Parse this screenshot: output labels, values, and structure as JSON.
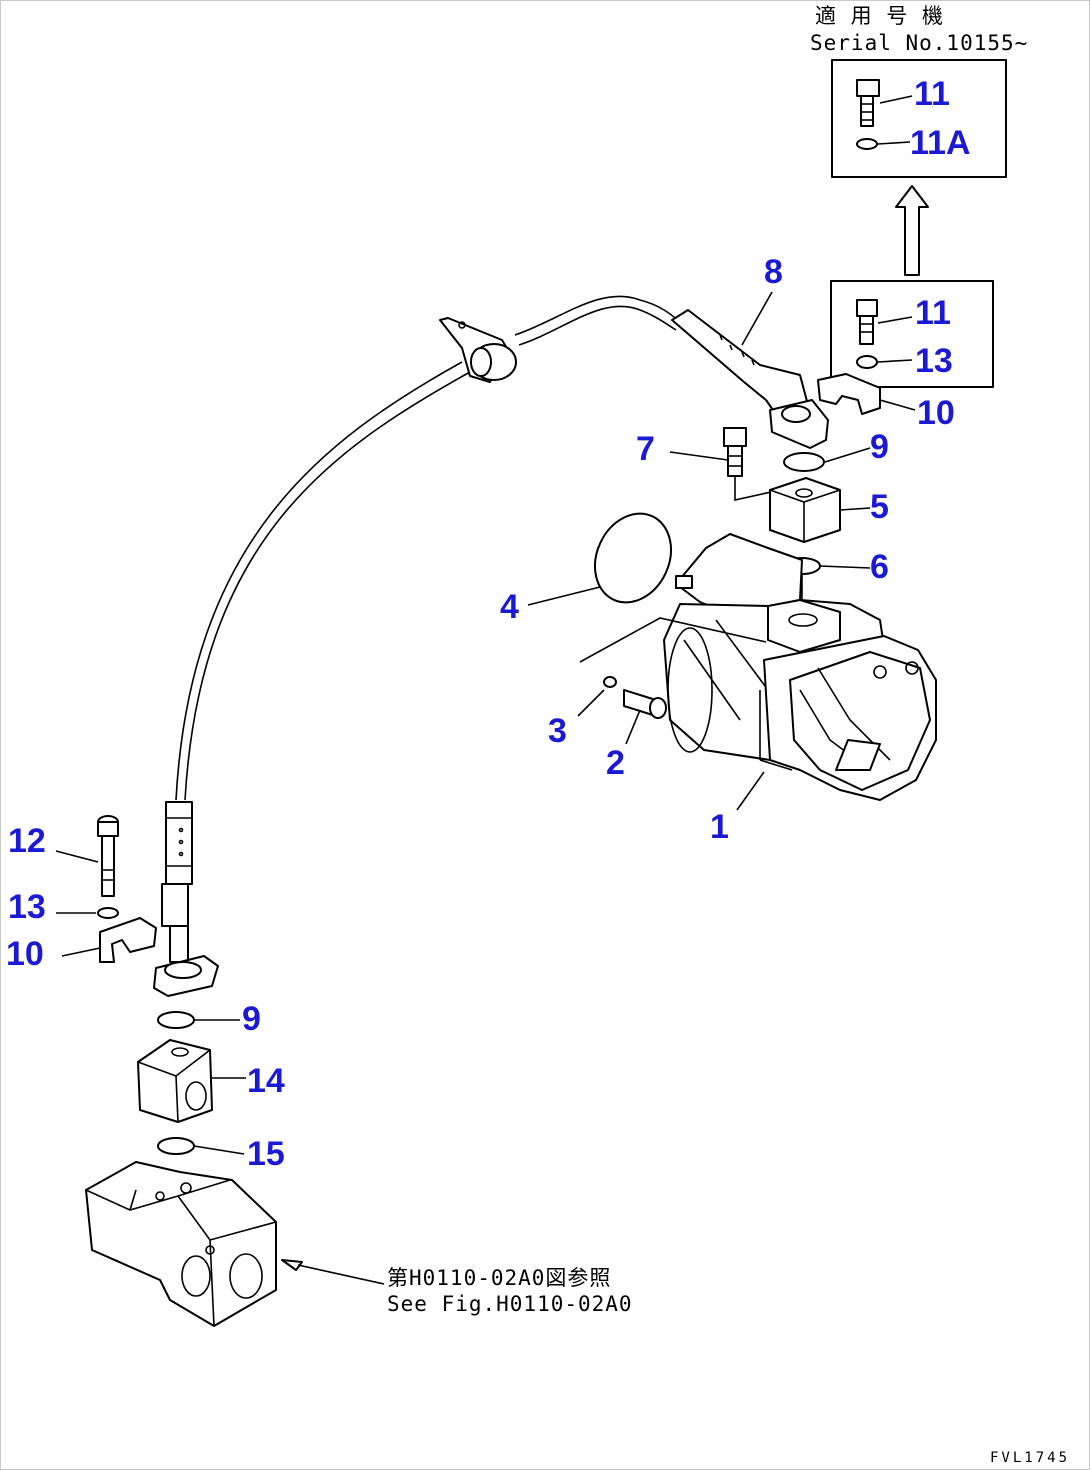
{
  "serial_note": {
    "jp": "適 用 号 機",
    "en": "Serial No.10155~"
  },
  "reference_note": {
    "jp": "第H0110-02A0図参照",
    "en": "See Fig.H0110-02A0"
  },
  "drawing_code": "FVL1745",
  "callouts": {
    "c1": "1",
    "c2": "2",
    "c3": "3",
    "c4": "4",
    "c5": "5",
    "c6": "6",
    "c7": "7",
    "c8": "8",
    "c9a": "9",
    "c9b": "9",
    "c10a": "10",
    "c10b": "10",
    "c11a": "11",
    "c11b": "11",
    "c11A": "11A",
    "c12": "12",
    "c13a": "13",
    "c13b": "13",
    "c14": "14",
    "c15": "15"
  },
  "colors": {
    "callout": "#1a1ad4",
    "line": "#000000",
    "background": "#ffffff"
  }
}
